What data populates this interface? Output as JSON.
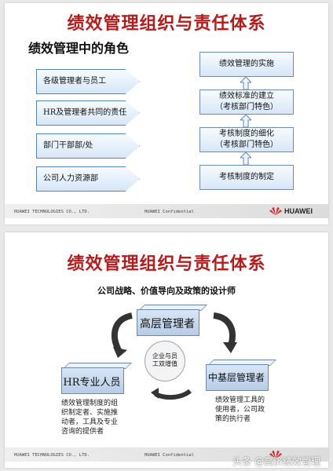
{
  "slide1": {
    "title": "绩效管理组织与责任体系",
    "subtitle": "绩效管理中的角色",
    "roles": [
      "各级管理者与员工",
      "HR及管理者共同的责任",
      "部门干部部/处",
      "公司人力资源部"
    ],
    "steps": [
      "绩效管理的实施",
      "绩效标准的建立\n（考核部门特色）",
      "考核制度的细化\n（考核部门特色）",
      "考核制度的制定"
    ],
    "footer_left": "HUAWEI TECHNOLOGIES CO., LTD.",
    "footer_center": "HUAWEI Confidential",
    "logo_text": "HUAWEI"
  },
  "slide2": {
    "title": "绩效管理组织与责任体系",
    "subtitle": "公司战略、价值导向及政策的设计师",
    "top_cube": "高层管理者",
    "left_cube": "HR专业人员",
    "right_cube": "中基层管理者",
    "center": "企业与员\n工双增值",
    "left_desc": "绩效管理制度的组\n织制定者、实施推\n动者，工具及专业\n咨询的提供者",
    "right_desc": "绩效管理工具的\n使用者，公司政\n策的执行者",
    "footer_left": "HUAWEI TECHNOLOGIES CO., LTD.",
    "footer_center": "HUAWEI Confidential",
    "watermark": "头条 @高济绩效管理"
  },
  "colors": {
    "title_red": "#b71c1c",
    "box_border": "#5a86b6",
    "arrow_gray": "#333333"
  }
}
